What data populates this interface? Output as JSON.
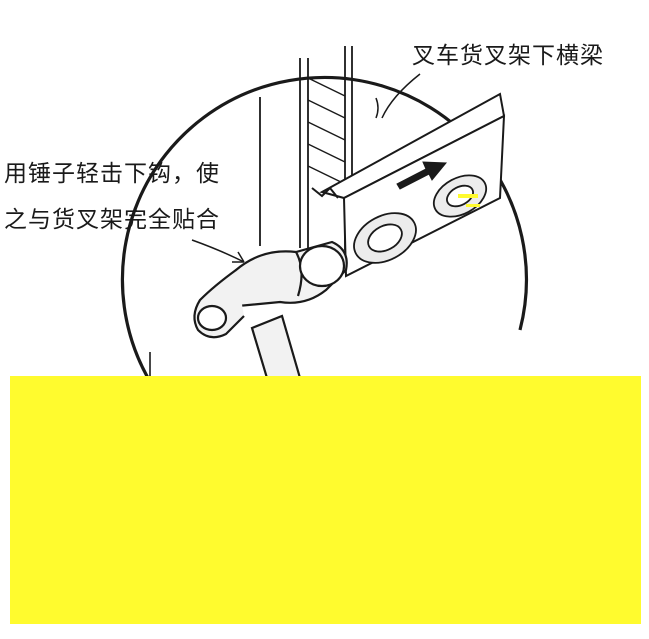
{
  "labels": {
    "fork_carriage_beam": "叉车货叉架下横梁",
    "instruction_line1": "用锤子轻击下钩，使",
    "instruction_line2": "之与货叉架完全贴合"
  },
  "colors": {
    "line": "#1a1a1a",
    "background": "#ffffff",
    "overlay_yellow": "#fffb2e",
    "hammer_shade": "#f2f2f2",
    "part_shade": "#ececec"
  },
  "icons": {
    "direction_arrow": "arrow-right-icon",
    "tool": "hammer-icon"
  }
}
